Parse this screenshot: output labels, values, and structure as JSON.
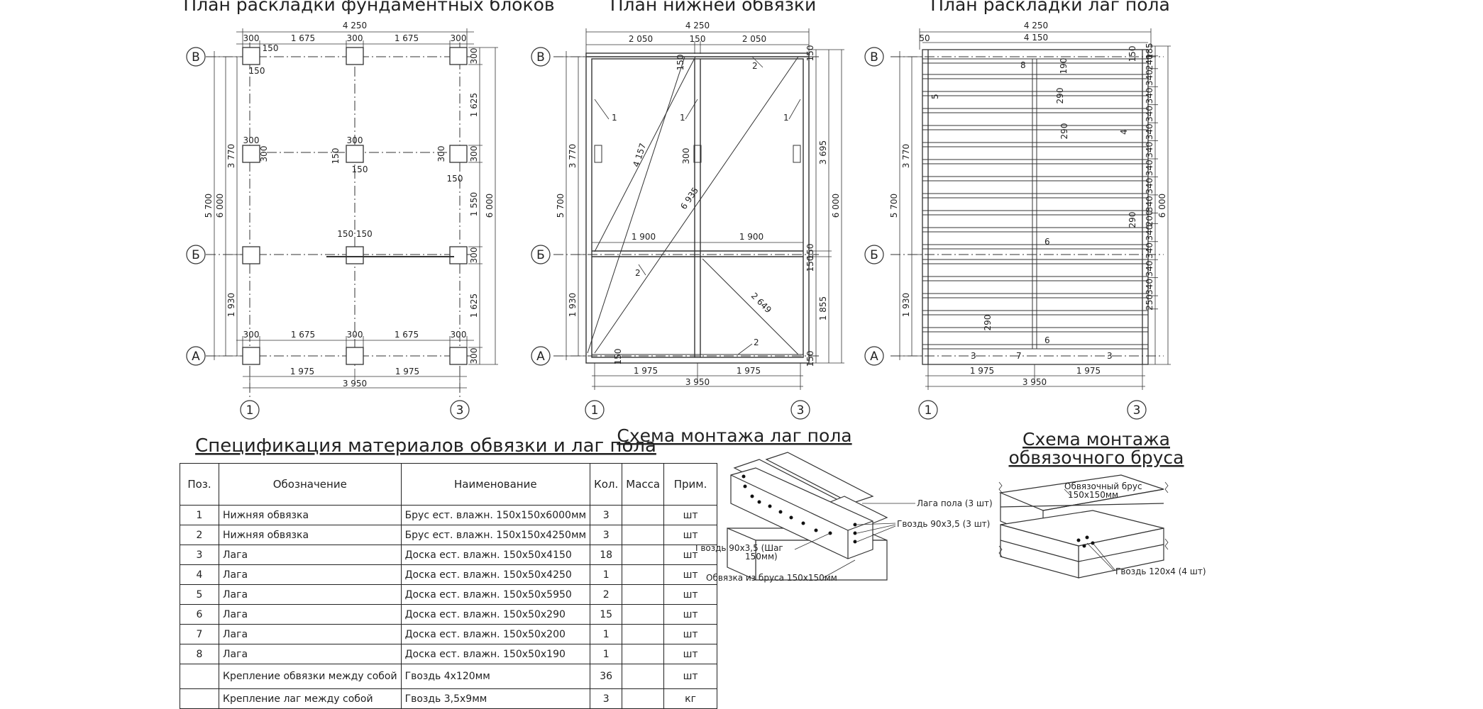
{
  "plans": [
    {
      "title": "План раскладки фундаментных блоков",
      "dims": {
        "overall_top": "4 250",
        "top_segments": [
          "300",
          "1 675",
          "300",
          "1 675",
          "300"
        ],
        "left_outer": "5 700",
        "left_inner": "6 000",
        "left_upper": "3 770",
        "left_lower": "1 930",
        "right_segments": [
          "300",
          "1 625",
          "300",
          "1 550",
          "300",
          "1 625",
          "300"
        ],
        "right_total": "6 000",
        "mid_segments": [
          "300",
          "1 675",
          "300",
          "1 675",
          "300"
        ],
        "bottom_segments": [
          "1 975",
          "1 975"
        ],
        "bottom_total": "3 950",
        "block_top": "300",
        "block_side": "300",
        "offset": "150",
        "offset_pair": "150 150"
      }
    },
    {
      "title": "План нижней обвязки",
      "dims": {
        "overall_top": "4 250",
        "top_segments": [
          "2 050",
          "150",
          "2 050"
        ],
        "left_outer": "5 700",
        "left_upper": "3 770",
        "left_lower": "1 930",
        "right_upper": "3 695",
        "right_total": "6 000",
        "right_lower": "1 855",
        "right_small": [
          "150",
          "150",
          "150",
          "150"
        ],
        "mid_segments": [
          "1 900",
          "1 900"
        ],
        "bottom_segments": [
          "1 975",
          "1 975"
        ],
        "bottom_total": "3 950",
        "diag1": "4 157",
        "diag2": "6 935",
        "diag3": "2 649",
        "block_side": "300",
        "offset": "150"
      },
      "position_labels": [
        "1",
        "1",
        "1",
        "2",
        "2",
        "2"
      ]
    },
    {
      "title": "План раскладки лаг пола",
      "dims": {
        "overall_top": "4 250",
        "inner_top": "4 150",
        "left_offset": "50",
        "top_right_small": "150",
        "right_segments": [
          "185",
          "240",
          "340",
          "340",
          "340",
          "340",
          "340",
          "340",
          "340",
          "340",
          "200",
          "340",
          "340",
          "340",
          "340",
          "250"
        ],
        "right_total": "6 000",
        "left_outer": "5 700",
        "left_upper": "3 770",
        "left_lower": "1 930",
        "bottom_segments": [
          "1 975",
          "1 975"
        ],
        "bottom_total": "3 950",
        "lag_290": "290",
        "lag_190": "190"
      },
      "position_labels": [
        "8",
        "5",
        "4",
        "6",
        "6",
        "3",
        "7",
        "3"
      ]
    }
  ],
  "axes": {
    "rows": [
      "В",
      "Б",
      "А"
    ],
    "cols": [
      "1",
      "3"
    ]
  },
  "spec": {
    "title": "Спецификация материалов обвязки и лаг пола",
    "headers": [
      "Поз.",
      "Обозначение",
      "Наименование",
      "Кол.",
      "Масса",
      "Прим."
    ],
    "rows": [
      [
        "1",
        "Нижняя обвязка",
        "Брус ест. влажн. 150х150х6000мм",
        "3",
        "",
        "шт"
      ],
      [
        "2",
        "Нижняя обвязка",
        "Брус ест. влажн. 150х150х4250мм",
        "3",
        "",
        "шт"
      ],
      [
        "3",
        "Лага",
        "Доска ест. влажн. 150х50х4150",
        "18",
        "",
        "шт"
      ],
      [
        "4",
        "Лага",
        "Доска ест. влажн. 150х50х4250",
        "1",
        "",
        "шт"
      ],
      [
        "5",
        "Лага",
        "Доска ест. влажн. 150х50х5950",
        "2",
        "",
        "шт"
      ],
      [
        "6",
        "Лага",
        "Доска ест. влажн. 150х50х290",
        "15",
        "",
        "шт"
      ],
      [
        "7",
        "Лага",
        "Доска ест. влажн. 150х50х200",
        "1",
        "",
        "шт"
      ],
      [
        "8",
        "Лага",
        "Доска ест. влажн. 150х50х190",
        "1",
        "",
        "шт"
      ],
      [
        "",
        "Крепление обвязки между собой",
        "Гвоздь 4х120мм",
        "36",
        "",
        "шт"
      ],
      [
        "",
        "Крепление лаг между собой",
        "Гвоздь 3,5х9мм",
        "3",
        "",
        "кг"
      ]
    ]
  },
  "schemes": {
    "lag": {
      "title": "Схема монтажа лаг пола",
      "callouts": [
        "Лага пола (3 шт)",
        "Гвоздь 90х3,5 (3 шт)",
        "Гвоздь 90х3,5 (Шаг",
        "150мм)",
        "Обвязка из бруса 150х150мм"
      ]
    },
    "beam": {
      "title_line1": "Схема монтажа",
      "title_line2": "обвязочного бруса",
      "callouts": [
        "Обвязочный брус",
        "150х150мм",
        "Гвоздь 120х4 (4 шт)"
      ]
    }
  }
}
